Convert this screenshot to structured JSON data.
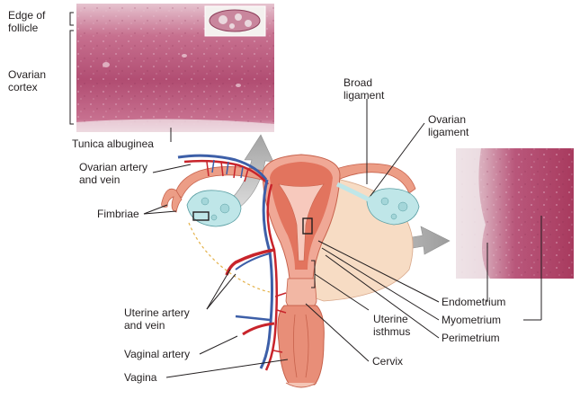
{
  "labels": {
    "edge_of_follicle": [
      "Edge of",
      "follicle"
    ],
    "ovarian_cortex": [
      "Ovarian",
      "cortex"
    ],
    "tunica_albuginea": "Tunica albuginea",
    "ovarian_artery_vein": [
      "Ovarian artery",
      "and vein"
    ],
    "fimbriae": "Fimbriae",
    "broad_ligament": [
      "Broad",
      "ligament"
    ],
    "ovarian_ligament": [
      "Ovarian",
      "ligament"
    ],
    "uterine_artery_vein": [
      "Uterine artery",
      "and vein"
    ],
    "vaginal_artery": "Vaginal artery",
    "vagina": "Vagina",
    "uterine_isthmus": [
      "Uterine",
      "isthmus"
    ],
    "cervix": "Cervix",
    "endometrium": "Endometrium",
    "myometrium": "Myometrium",
    "perimetrium": "Perimetrium"
  },
  "colors": {
    "tissue_pink": "#f2c6b8",
    "muscle_red": "#e2745e",
    "ligament_tan": "#f7dcc4",
    "ovary_blue": "#bfe6e8",
    "artery_red": "#c8242b",
    "vein_blue": "#3d5fa8",
    "micro_dark": "#a83a5e",
    "micro_light": "#d9a2b6",
    "arrow_gray": "#b5b5b5"
  }
}
